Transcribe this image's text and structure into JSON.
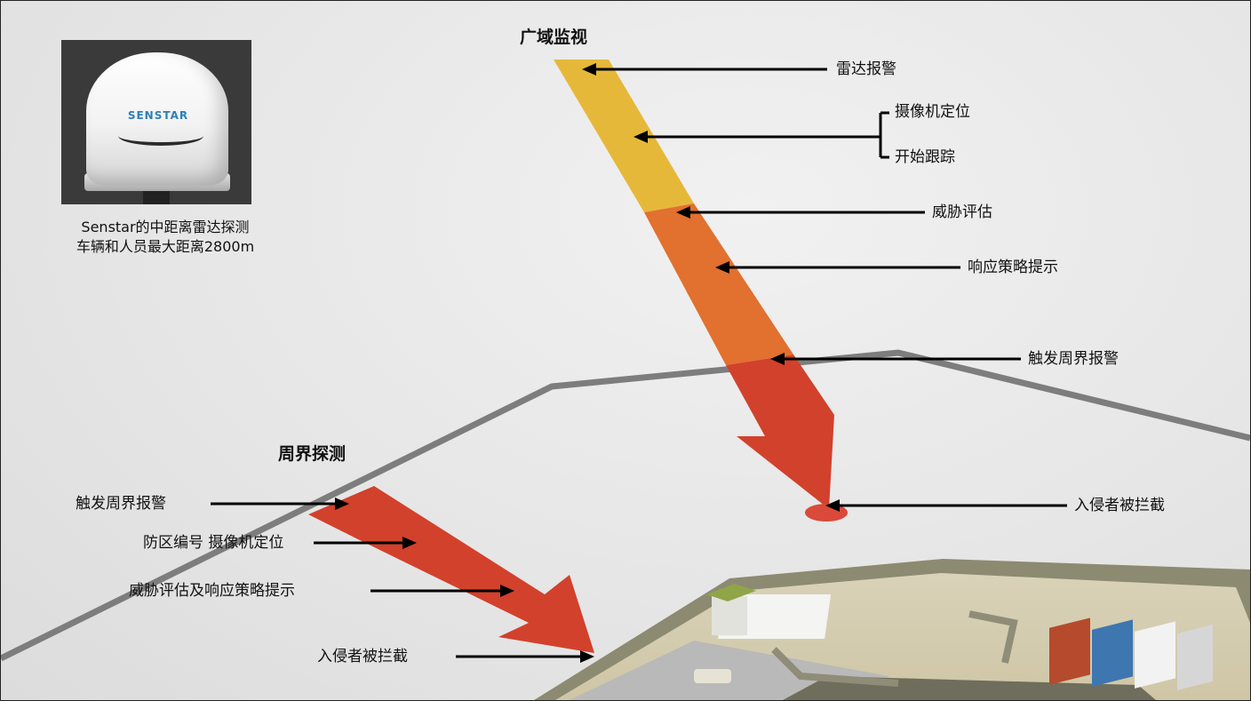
{
  "radar_caption": {
    "line1": "Senstar的中距离雷达探测",
    "line2": "车辆和人员最大距离2800m"
  },
  "radar_logo": "SENSTAR",
  "wide_area": {
    "title": "广域监视",
    "stages": [
      {
        "label": "雷达报警",
        "color": "#e6b83a"
      },
      {
        "label": "摄像机定位",
        "color": "#e6b83a"
      },
      {
        "label": "开始跟踪",
        "color": "#e6b83a"
      },
      {
        "label": "威胁评估",
        "color": "#e2702e"
      },
      {
        "label": "响应策略提示",
        "color": "#e2702e"
      },
      {
        "label": "触发周界报警",
        "color": "#d2412c"
      },
      {
        "label": "入侵者被拦截",
        "color": "#d2412c"
      }
    ]
  },
  "perimeter": {
    "title": "周界探测",
    "stages": [
      {
        "label": "触发周界报警"
      },
      {
        "label": "防区编号 摄像机定位"
      },
      {
        "label": "威胁评估及响应策略提示"
      },
      {
        "label": "入侵者被拦截"
      }
    ],
    "arrow_color": "#d2412c"
  }
}
